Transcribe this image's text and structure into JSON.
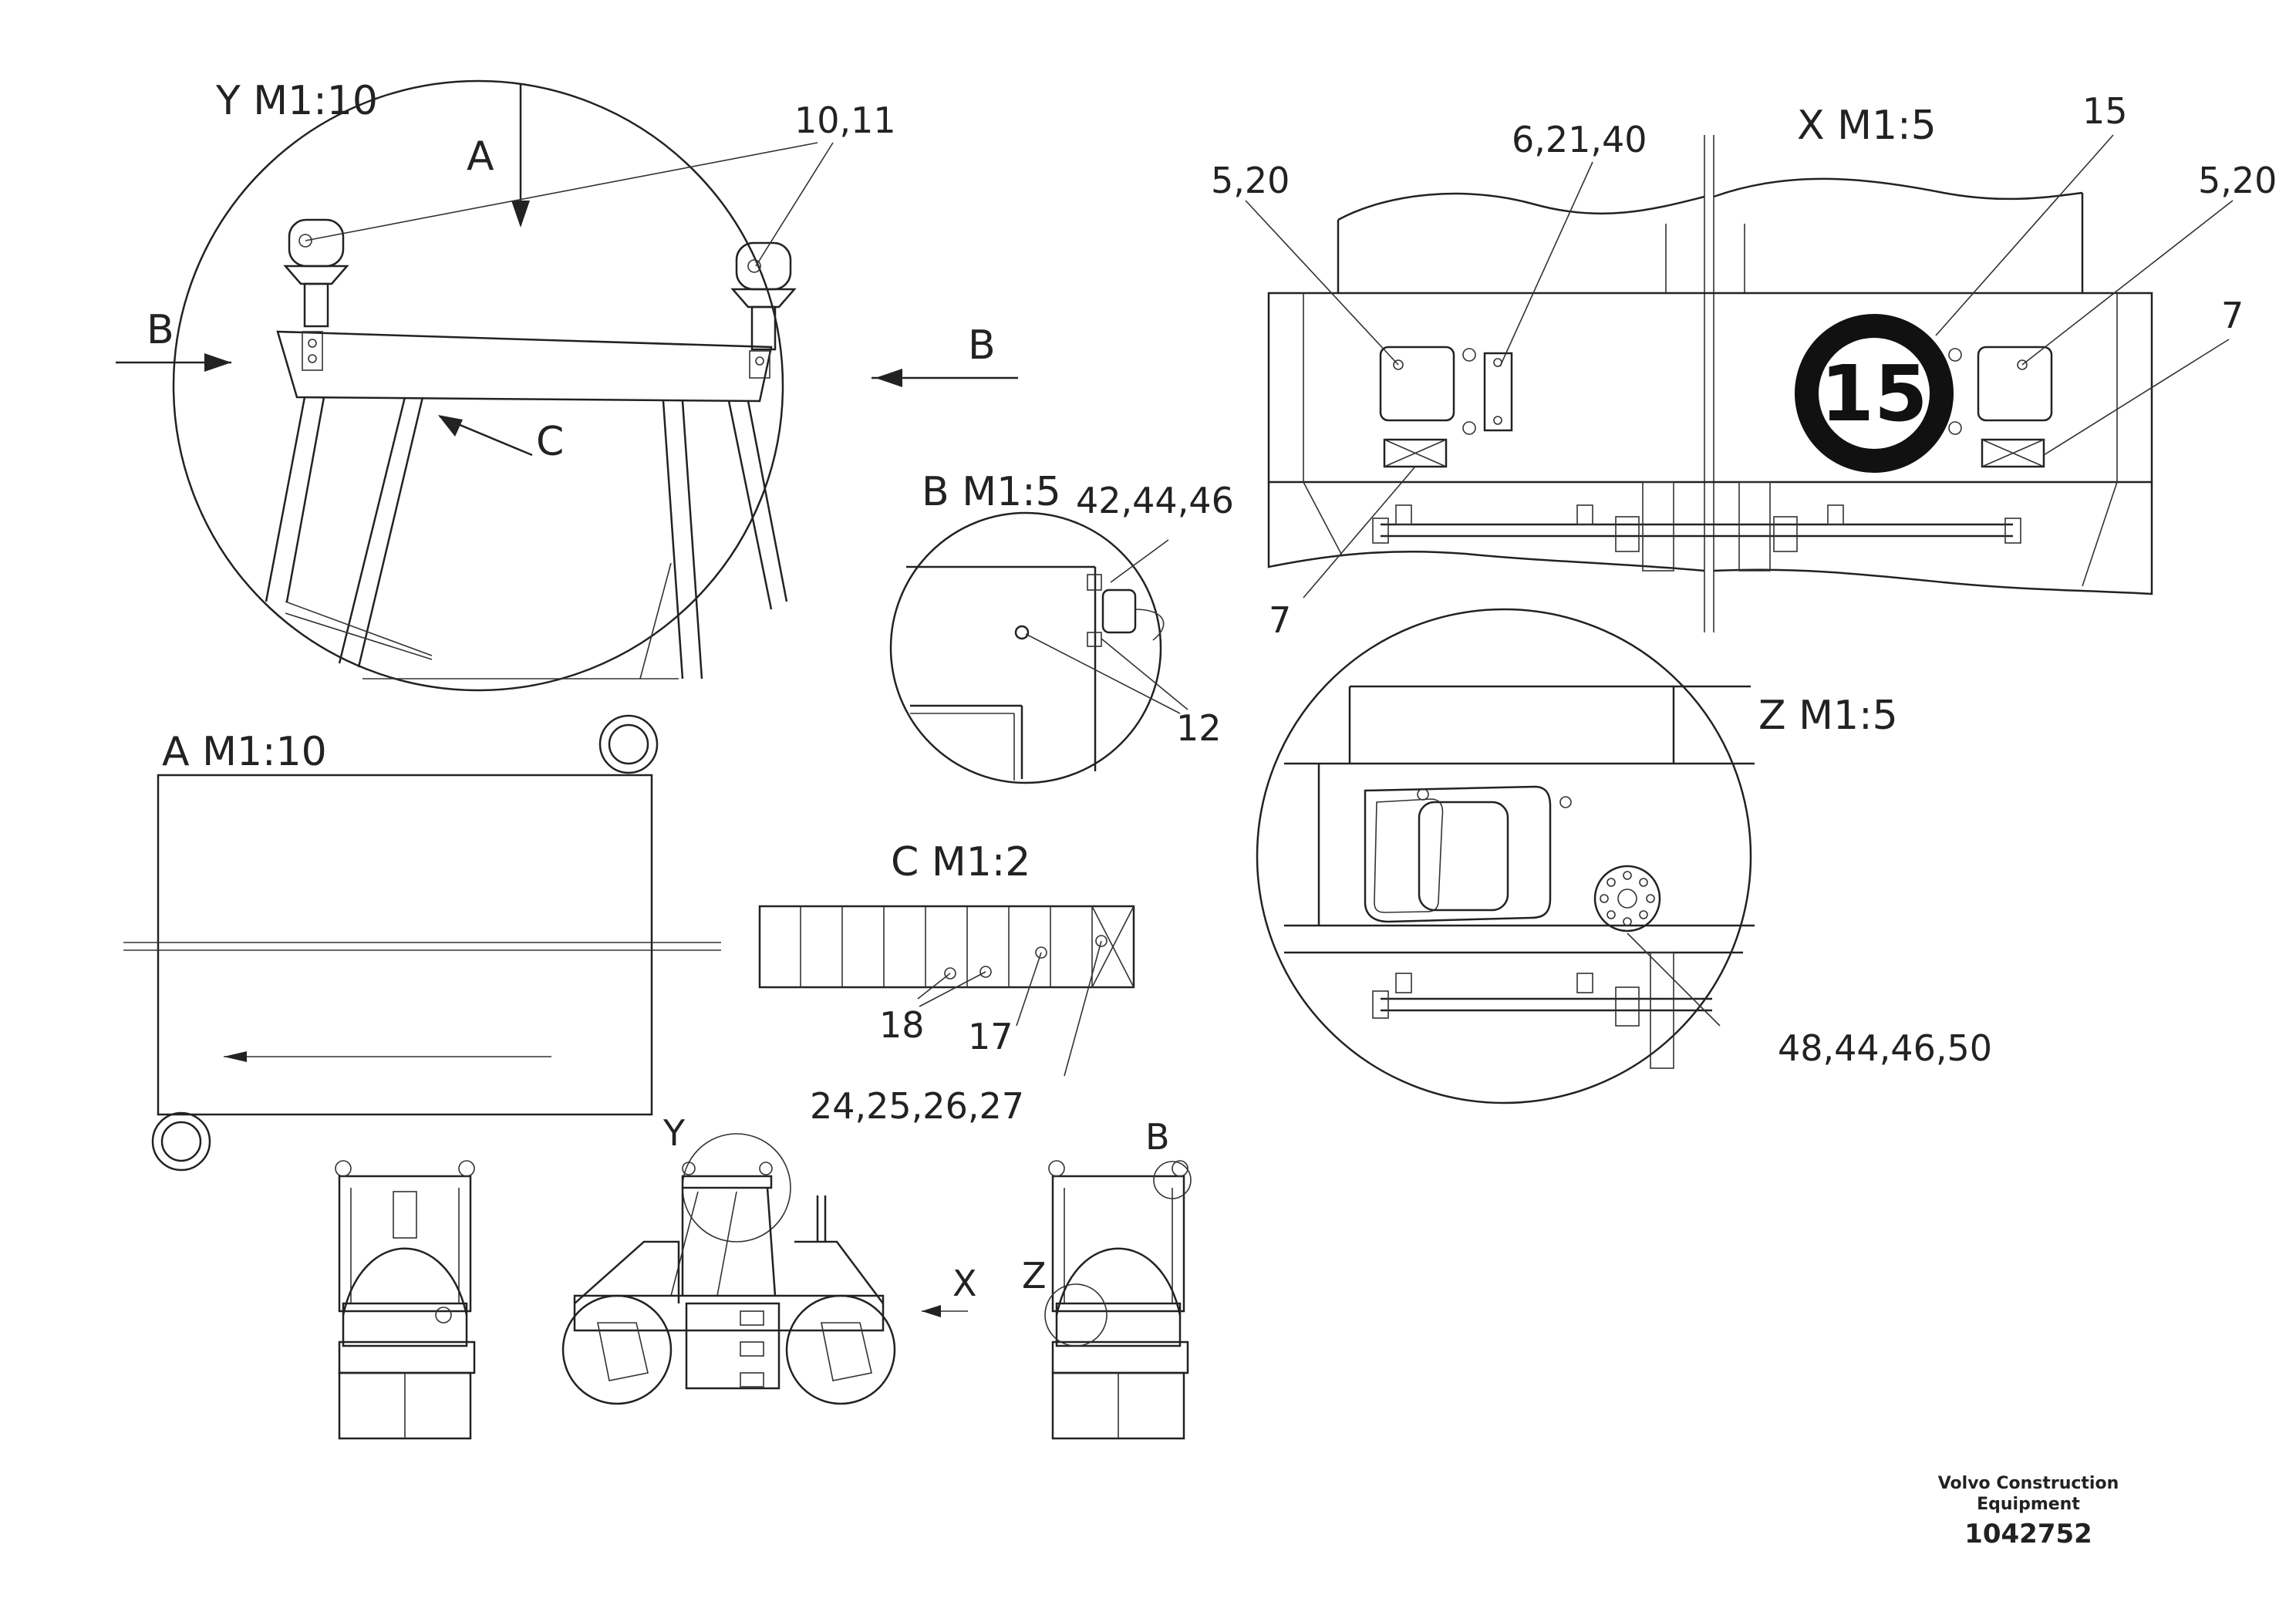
{
  "views": {
    "y": "Y M1:10",
    "a": "A M1:10",
    "b": "B M1:5",
    "c": "C M1:2",
    "x": "X M1:5",
    "z": "Z M1:5"
  },
  "arrows": {
    "a": "A",
    "b_left": "B",
    "b_right": "B",
    "c": "C"
  },
  "parts": {
    "y_beacons": "10,11",
    "b_top": "42,44,46",
    "b_bottom": "12",
    "c_a": "18",
    "c_b": "17",
    "c_c": "24,25,26,27",
    "x_left": "5,20",
    "x_mid": "6,21,40",
    "x_sign": "15",
    "x_right": "5,20",
    "x_right_lower": "7",
    "x_left_lower": "7",
    "z_part": "48,44,46,50"
  },
  "speed_sign": "15",
  "overview": {
    "y": "Y",
    "b": "B",
    "z": "Z",
    "x": "X"
  },
  "footer": {
    "company_line1": "Volvo Construction",
    "company_line2": "Equipment",
    "doc_number": "1042752"
  }
}
